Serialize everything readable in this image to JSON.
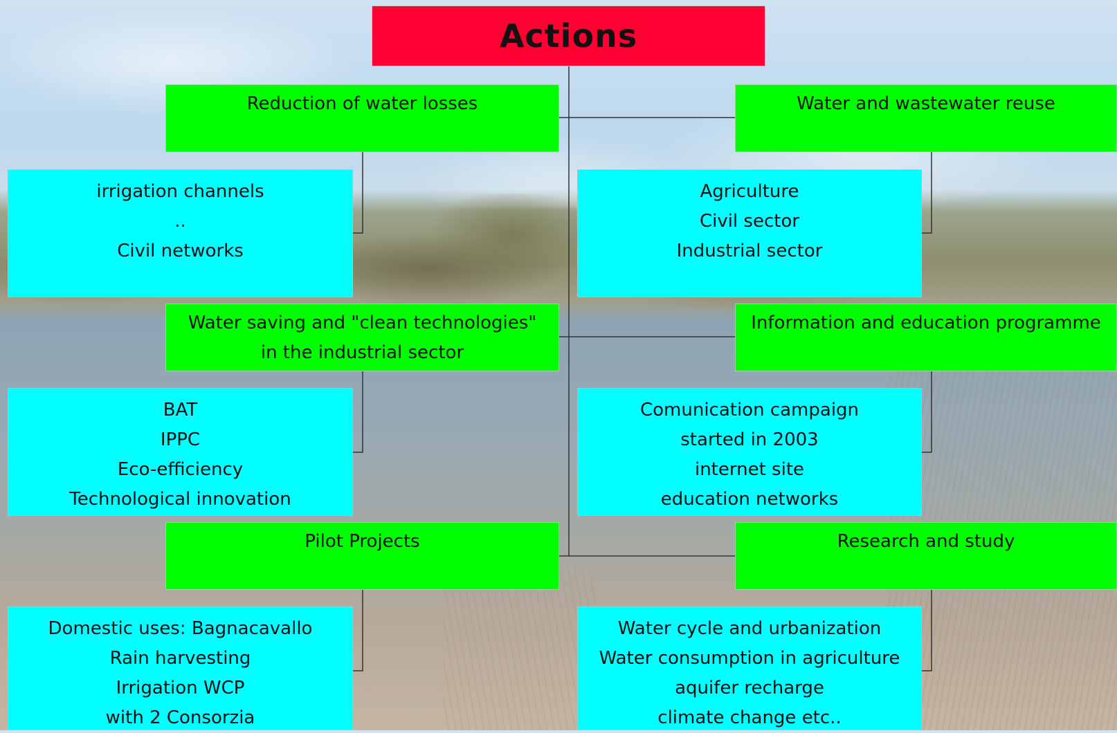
{
  "title": "Actions",
  "categories": [
    {
      "heading": [
        "Reduction of water losses"
      ],
      "items": [
        "irrigation channels",
        "..",
        "Civil networks"
      ]
    },
    {
      "heading": [
        "Water and wastewater reuse"
      ],
      "items": [
        "Agriculture",
        "Civil sector",
        "Industrial sector"
      ]
    },
    {
      "heading": [
        "Water saving and \"clean technologies\"",
        "in the industrial sector"
      ],
      "items": [
        "BAT",
        "IPPC",
        "Eco-efficiency",
        "Technological innovation"
      ]
    },
    {
      "heading": [
        "Information and education programme"
      ],
      "items": [
        "Comunication campaign",
        "started in 2003",
        "internet site",
        "education networks"
      ]
    },
    {
      "heading": [
        "Pilot Projects"
      ],
      "items": [
        "Domestic uses: Bagnacavallo",
        "Rain harvesting",
        "Irrigation WCP",
        "with 2 Consorzia"
      ]
    },
    {
      "heading": [
        "Research and study"
      ],
      "items": [
        "Water cycle and urbanization",
        "Water consumption in agriculture",
        "aquifer recharge",
        "climate change etc.."
      ]
    }
  ],
  "colors": {
    "title_bg": "#ff0033",
    "heading_bg": "#00ff00",
    "item_bg": "#00ffff",
    "connector": "#333333"
  }
}
